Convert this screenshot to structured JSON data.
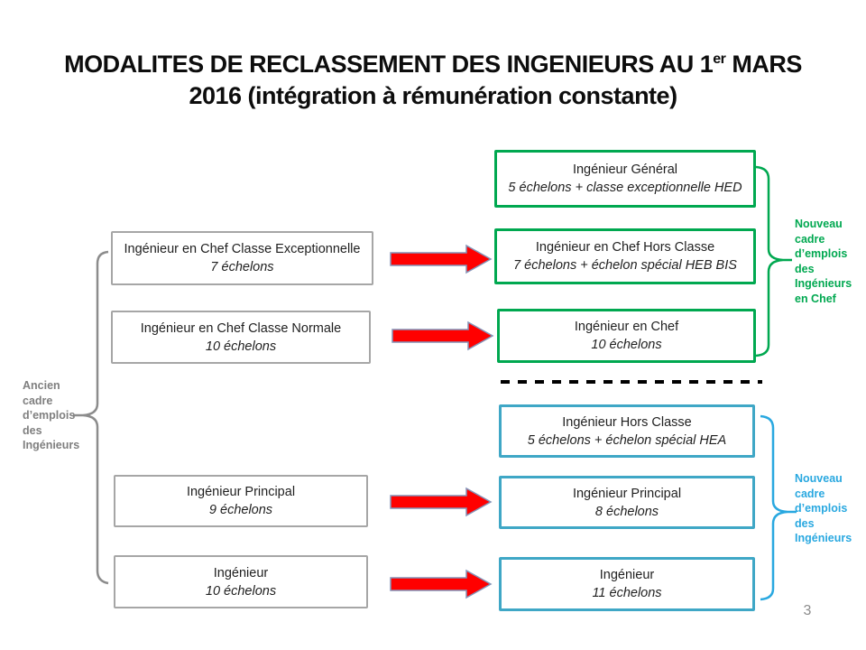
{
  "title": {
    "line1_pre": "MODALITES DE RECLASSEMENT DES INGENIEURS AU 1",
    "superscript": "er",
    "line1_post": " MARS",
    "line2": "2016 (intégration à rémunération constante)"
  },
  "old_boxes": [
    {
      "title": "Ingénieur en Chef Classe Exceptionnelle",
      "subtitle": "7 échelons"
    },
    {
      "title": "Ingénieur en Chef Classe Normale",
      "subtitle": "10 échelons"
    },
    {
      "title": "Ingénieur Principal",
      "subtitle": "9 échelons"
    },
    {
      "title": "Ingénieur",
      "subtitle": "10 échelons"
    }
  ],
  "new_chef_boxes": [
    {
      "title": "Ingénieur Général",
      "subtitle": "5 échelons + classe exceptionnelle HED"
    },
    {
      "title": "Ingénieur en Chef Hors Classe",
      "subtitle": "7 échelons + échelon spécial HEB BIS"
    },
    {
      "title": "Ingénieur en Chef",
      "subtitle": "10 échelons"
    }
  ],
  "new_ing_boxes": [
    {
      "title": "Ingénieur Hors Classe",
      "subtitle": "5 échelons + échelon spécial HEA"
    },
    {
      "title": "Ingénieur Principal",
      "subtitle": "8 échelons"
    },
    {
      "title": "Ingénieur",
      "subtitle": "11 échelons"
    }
  ],
  "labels": {
    "old_cadre": "Ancien\ncadre\nd’emplois\ndes\nIngénieurs",
    "new_cadre_chef": "Nouveau\ncadre\nd’emplois\ndes\nIngénieurs\nen Chef",
    "new_cadre_ing": "Nouveau\ncadre\nd’emplois\ndes\nIngénieurs"
  },
  "page_number": "3",
  "colors": {
    "green": "#00a850",
    "blue_border": "#3fa7c6",
    "blue_text": "#29a8e0",
    "gray_border": "#a6a6a6",
    "gray_text": "#7f7f7f",
    "red_arrow": "#ff0000",
    "arrow_outline": "#8494b8"
  }
}
